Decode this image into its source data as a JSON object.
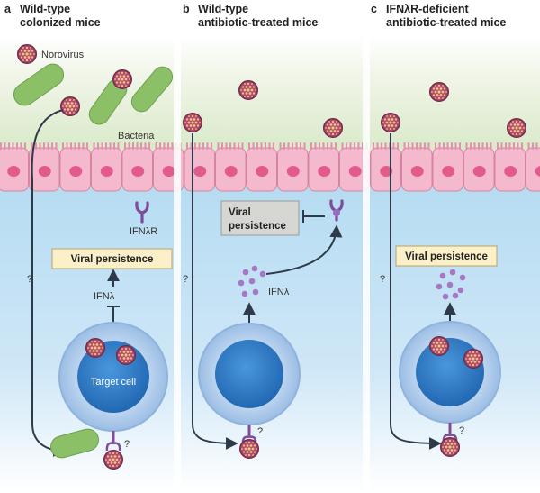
{
  "panels": [
    {
      "letter": "a",
      "title_line1": "Wild-type",
      "title_line2": "colonized mice"
    },
    {
      "letter": "b",
      "title_line1": "Wild-type",
      "title_line2": "antibiotic-treated mice"
    },
    {
      "letter": "c",
      "title_line1": "IFNλR-deficient",
      "title_line2": "antibiotic-treated mice"
    }
  ],
  "labels": {
    "norovirus": "Norovirus",
    "bacteria": "Bacteria",
    "ifn_receptor": "IFNλR",
    "ifn": "IFNλ",
    "target_cell": "Target cell",
    "unknown": "?"
  },
  "boxes": {
    "viral_persistence": "Viral persistence",
    "viral_line1": "Viral",
    "viral_line2": "persistence"
  },
  "colors": {
    "lumen": "#e3eed6",
    "tissue": "#bde0f4",
    "epithelium": "#f4b9cc",
    "nucleus": "#e35a8c",
    "bacteria": "#8cc067",
    "virus": "#a4406a",
    "receptor": "#8a5aa2",
    "ifn_dots": "#a678c4",
    "box_yellow": "#fbf0c8",
    "box_grey": "#d6d6d3",
    "cell_outer": "#a7c7ea",
    "cell_nucleus": "#2e7bc7"
  }
}
